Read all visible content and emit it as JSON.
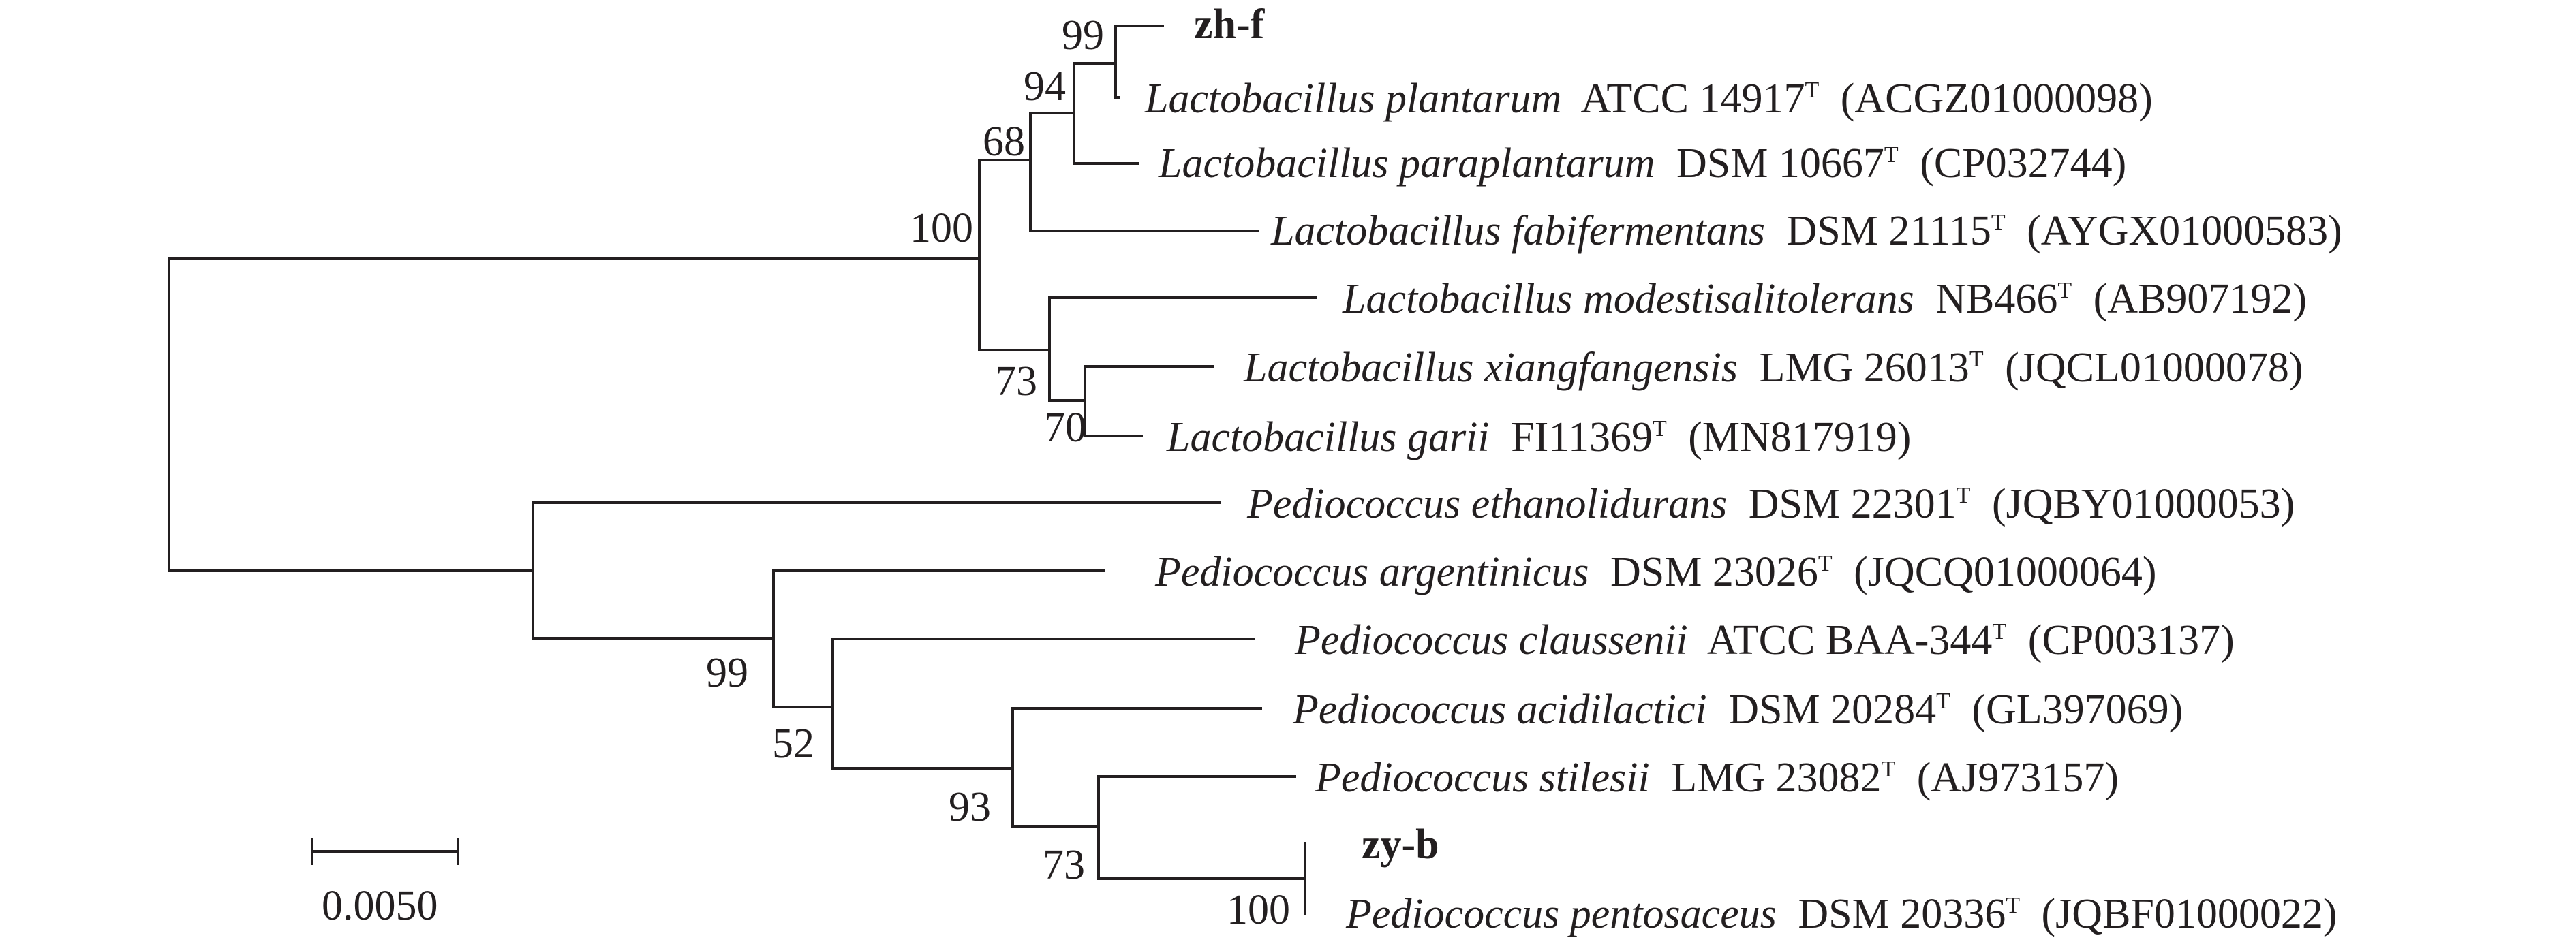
{
  "tree": {
    "line_color": "#231f20",
    "leaves": [
      {
        "label": "zh-f",
        "bold": true
      },
      {
        "genus_species": "Lactobacillus plantarum",
        "strain": "ATCC 14917",
        "sup": "T",
        "accession": "(ACGZ01000098)"
      },
      {
        "genus_species": "Lactobacillus paraplantarum",
        "strain": "DSM 10667",
        "sup": "T",
        "accession": "(CP032744)"
      },
      {
        "genus_species": "Lactobacillus fabifermentans",
        "strain": "DSM 21115",
        "sup": "T",
        "accession": "(AYGX01000583)"
      },
      {
        "genus_species": "Lactobacillus modestisalitolerans",
        "strain": "NB466",
        "sup": "T",
        "accession": "(AB907192)"
      },
      {
        "genus_species": "Lactobacillus xiangfangensis",
        "strain": "LMG 26013",
        "sup": "T",
        "accession": "(JQCL01000078)"
      },
      {
        "genus_species": "Lactobacillus garii",
        "strain": "FI11369",
        "sup": "T",
        "accession": "(MN817919)"
      },
      {
        "genus_species": "Pediococcus ethanolidurans",
        "strain": "DSM 22301",
        "sup": "T",
        "accession": "(JQBY01000053)"
      },
      {
        "genus_species": "Pediococcus argentinicus",
        "strain": "DSM 23026",
        "sup": "T",
        "accession": "(JQCQ01000064)"
      },
      {
        "genus_species": "Pediococcus claussenii",
        "strain": "ATCC BAA-344",
        "sup": "T",
        "accession": "(CP003137)"
      },
      {
        "genus_species": "Pediococcus acidilactici",
        "strain": "DSM 20284",
        "sup": "T",
        "accession": "(GL397069)"
      },
      {
        "genus_species": "Pediococcus stilesii",
        "strain": "LMG 23082",
        "sup": "T",
        "accession": "(AJ973157)"
      },
      {
        "label": "zy-b",
        "bold": true
      },
      {
        "genus_species": "Pediococcus pentosaceus",
        "strain": "DSM 20336",
        "sup": "T",
        "accession": "(JQBF01000022)"
      }
    ],
    "bootstrap": [
      "99",
      "94",
      "68",
      "100",
      "73",
      "70",
      "99",
      "52",
      "93",
      "73",
      "100"
    ],
    "scale_bar": {
      "label": "0.0050"
    }
  }
}
